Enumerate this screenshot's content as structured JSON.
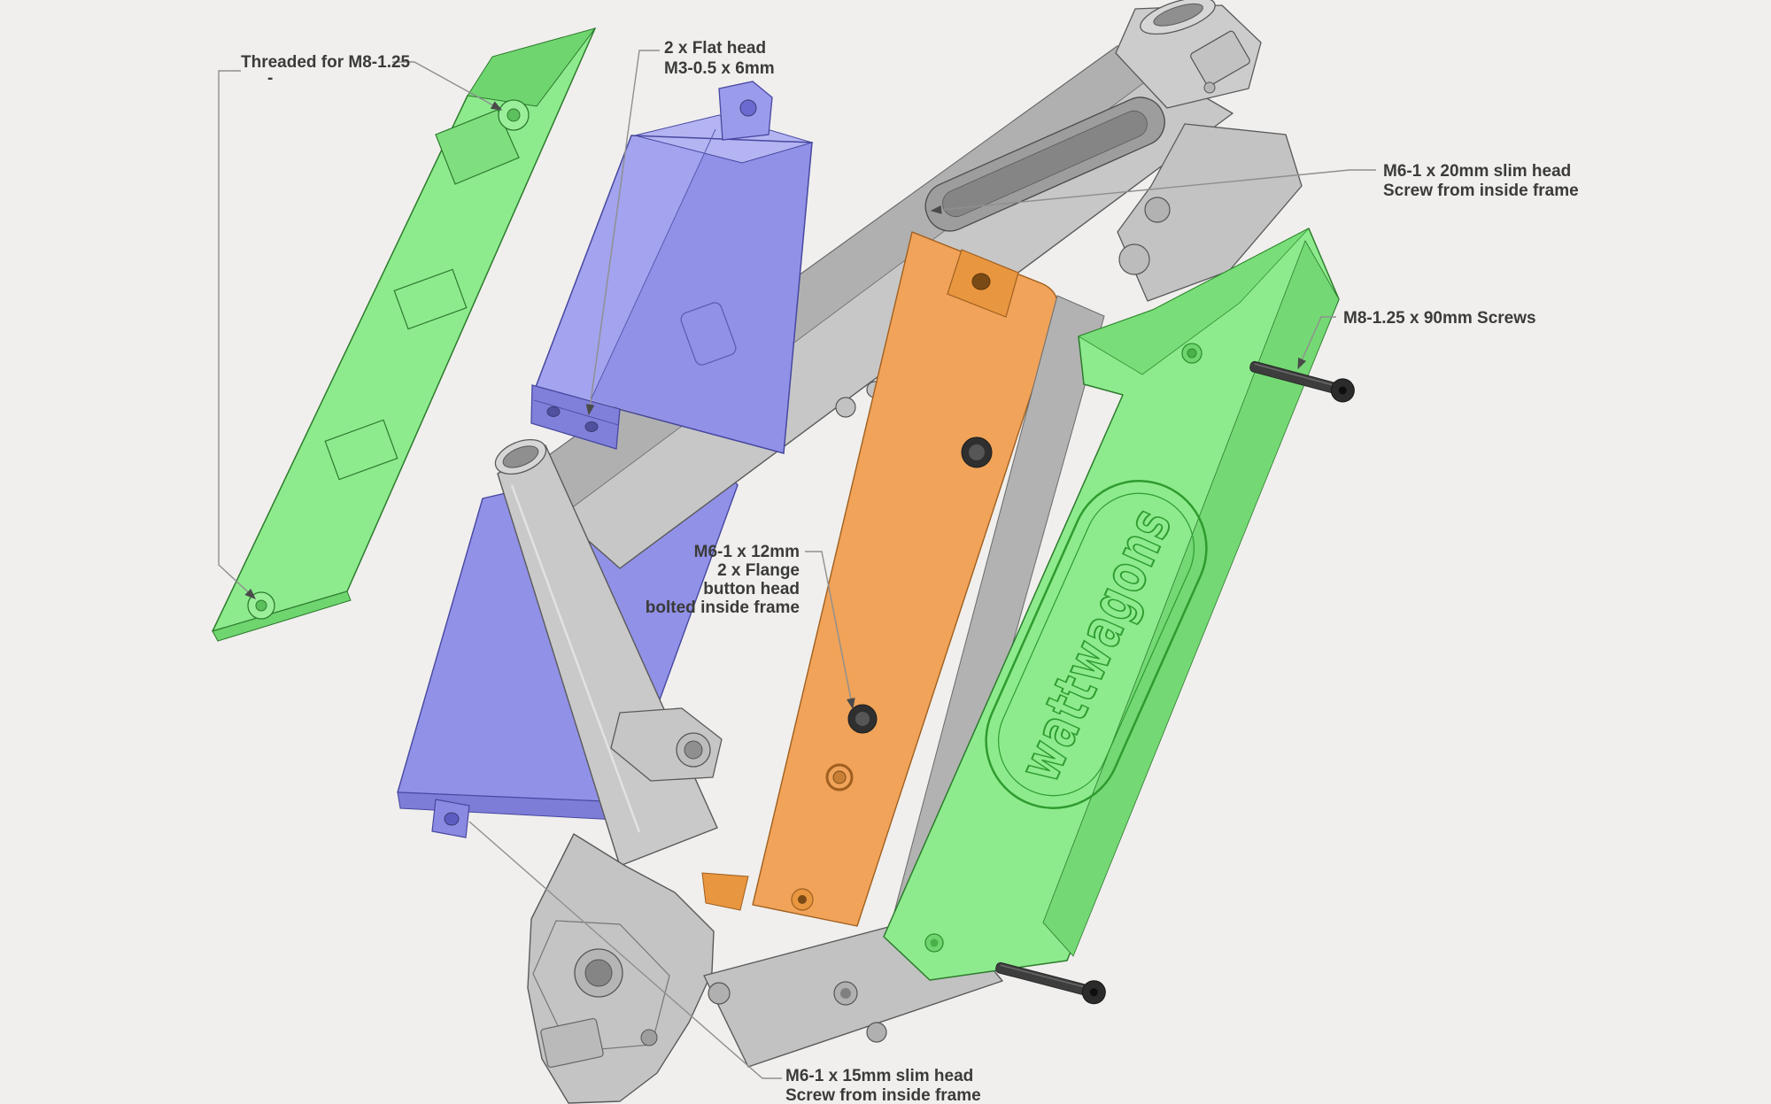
{
  "brand": {
    "logo_text": "wattwagons"
  },
  "colors": {
    "background": "#f0efed",
    "cover_green": "#8deb8d",
    "cover_green_dark": "#74d974",
    "battery_blue": "#9191e8",
    "motor_cover_orange": "#f0a359",
    "frame_gray": "#c7c7c7",
    "screw_dark": "#3d3d3d",
    "label_text": "#3b3b39",
    "leader_line": "#8f8f8f"
  },
  "annotations": {
    "threaded_m8": {
      "text": "Threaded for M8-1.25",
      "dash": "-"
    },
    "flat_head_m3": {
      "line1": "2 x Flat head",
      "line2": "M3-0.5 x 6mm"
    },
    "m6_20mm": {
      "line1": "M6-1 x 20mm slim head",
      "line2": "Screw from inside frame"
    },
    "m8_90mm": {
      "text": "M8-1.25 x 90mm Screws"
    },
    "m6_12mm": {
      "line1": "M6-1 x 12mm",
      "line2": "2 x Flange",
      "line3": "button head",
      "line4": "bolted inside frame"
    },
    "m6_15mm": {
      "line1": "M6-1 x 15mm slim head",
      "line2": "Screw from inside frame"
    }
  }
}
